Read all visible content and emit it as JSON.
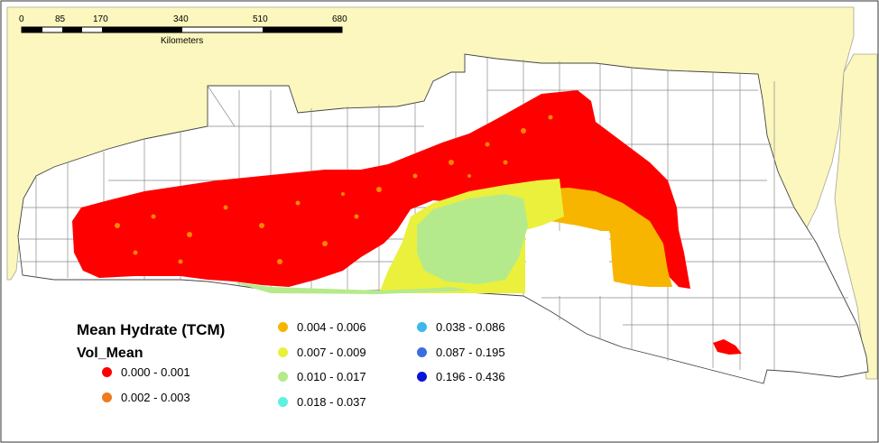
{
  "scale_bar": {
    "ticks": [
      "0",
      "85",
      "170",
      "340",
      "510",
      "680"
    ],
    "unit": "Kilometers"
  },
  "legend": {
    "title": "Mean Hydrate (TCM)",
    "field": "Vol_Mean",
    "items": [
      {
        "label": "0.000 - 0.001",
        "color": "#ff0000"
      },
      {
        "label": "0.002 - 0.003",
        "color": "#f07a1e"
      },
      {
        "label": "0.004 - 0.006",
        "color": "#f7b500"
      },
      {
        "label": "0.007 - 0.009",
        "color": "#eaf03c"
      },
      {
        "label": "0.010 - 0.017",
        "color": "#b5ea8c"
      },
      {
        "label": "0.018 - 0.037",
        "color": "#5ef0e0"
      },
      {
        "label": "0.038 - 0.086",
        "color": "#3db8ee"
      },
      {
        "label": "0.087 - 0.195",
        "color": "#3a6ee0"
      },
      {
        "label": "0.196 - 0.436",
        "color": "#0a14d8"
      }
    ]
  },
  "colors": {
    "land": "#fbf7be",
    "ocean": "#ffffff",
    "grid_line": "#8a8a8a"
  }
}
